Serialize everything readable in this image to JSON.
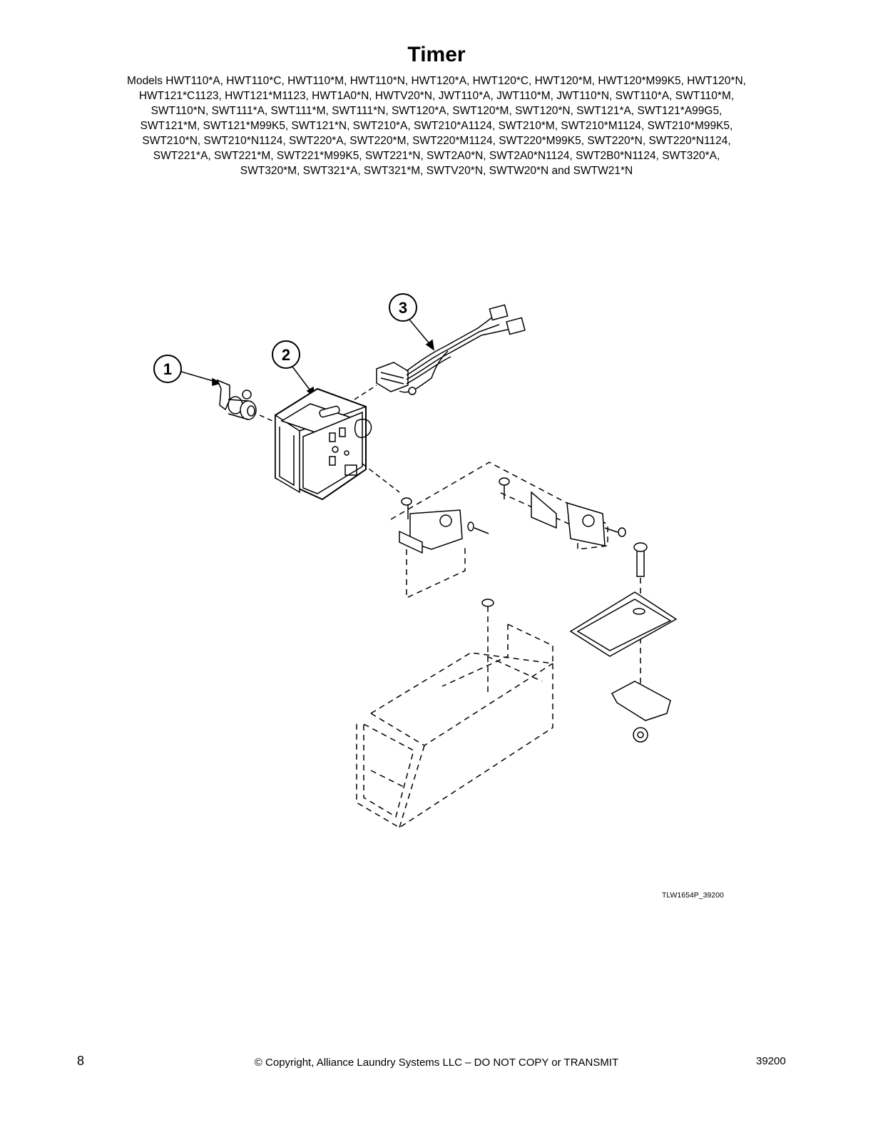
{
  "header": {
    "title": "Timer",
    "models_lines": [
      "Models HWT110*A, HWT110*C, HWT110*M, HWT110*N, HWT120*A, HWT120*C, HWT120*M, HWT120*M99K5, HWT120*N,",
      "HWT121*C1123, HWT121*M1123, HWT1A0*N, HWTV20*N, JWT110*A, JWT110*M, JWT110*N, SWT110*A, SWT110*M,",
      "SWT110*N, SWT111*A, SWT111*M, SWT111*N, SWT120*A, SWT120*M, SWT120*N, SWT121*A, SWT121*A99G5,",
      "SWT121*M, SWT121*M99K5, SWT121*N, SWT210*A, SWT210*A1124, SWT210*M, SWT210*M1124, SWT210*M99K5,",
      "SWT210*N, SWT210*N1124, SWT220*A, SWT220*M, SWT220*M1124, SWT220*M99K5, SWT220*N, SWT220*N1124,",
      "SWT221*A, SWT221*M, SWT221*M99K5, SWT221*N, SWT2A0*N, SWT2A0*N1124, SWT2B0*N1124, SWT320*A,",
      "SWT320*M, SWT321*A, SWT321*M, SWTV20*N, SWTW20*N and SWTW21*N"
    ]
  },
  "diagram": {
    "callouts": [
      "1",
      "2",
      "3"
    ],
    "figure_id": "TLW1654P_39200"
  },
  "footer": {
    "page_number": "8",
    "copyright": "© Copyright, Alliance Laundry Systems LLC – DO NOT COPY or TRANSMIT",
    "doc_number": "39200"
  }
}
